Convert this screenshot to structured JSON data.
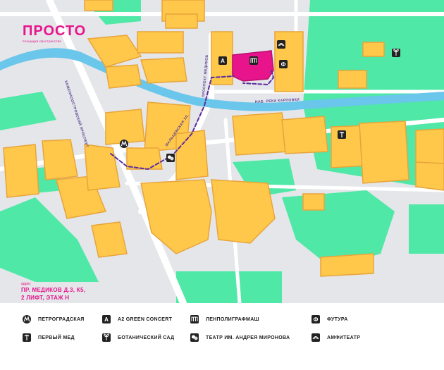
{
  "brand": {
    "name": "ПРОСТО",
    "tagline": "площадка пространство",
    "color": "#e8148c"
  },
  "colors": {
    "park": "#4fe8a6",
    "building": "#ffc84a",
    "building_shade": "#e8a43a",
    "water": "#6ac6ea",
    "road": "#ffffff",
    "ground": "#e4e6ea",
    "route": "#5a2d9e",
    "venue": "#e8148c"
  },
  "address": {
    "label": "адрес",
    "line1": "ПР. МЕДИКОВ Д.3, К5,",
    "line2": "2 ЛИФТ, ЭТАЖ Н"
  },
  "streets": {
    "kamennoostrovsky": "КАМЕННООСТРОВСКИЙ ПРОСПЕКТ",
    "medikov": "ПРОСПЕКТ МЕДИКОВ",
    "karpovki": "НАБ. РЕКИ КАРПОВКИ",
    "malaya": "МАЛЬЦЕВСКАЯ УЛ."
  },
  "map_markers": [
    {
      "id": "metro",
      "icon": "metro-icon"
    },
    {
      "id": "a2",
      "icon": "a2-icon"
    },
    {
      "id": "lenpoligraf",
      "icon": "lenpoligraf-icon"
    },
    {
      "id": "futura",
      "icon": "futura-icon"
    },
    {
      "id": "pervy-med",
      "icon": "pervy-med-icon"
    },
    {
      "id": "botanic",
      "icon": "botanic-icon"
    },
    {
      "id": "theatre",
      "icon": "theatre-icon"
    },
    {
      "id": "amfiteatr",
      "icon": "amfiteatr-icon"
    }
  ],
  "legend": [
    {
      "icon": "metro-icon",
      "label": "ПЕТРОГРАДСКАЯ"
    },
    {
      "icon": "a2-icon",
      "label": "A2 GREEN CONCERT"
    },
    {
      "icon": "lenpoligraf-icon",
      "label": "ЛЕНПОЛИГРАФМАШ"
    },
    {
      "icon": "futura-icon",
      "label": "ФУТУРА"
    },
    {
      "icon": "pervy-med-icon",
      "label": "ПЕРВЫЙ МЕД"
    },
    {
      "icon": "botanic-icon",
      "label": "БОТАНИЧЕСКИЙ САД"
    },
    {
      "icon": "theatre-icon",
      "label": "ТЕАТР ИМ. АНДРЕЯ МИРОНОВА"
    },
    {
      "icon": "amfiteatr-icon",
      "label": "АМФИТЕАТР"
    }
  ]
}
